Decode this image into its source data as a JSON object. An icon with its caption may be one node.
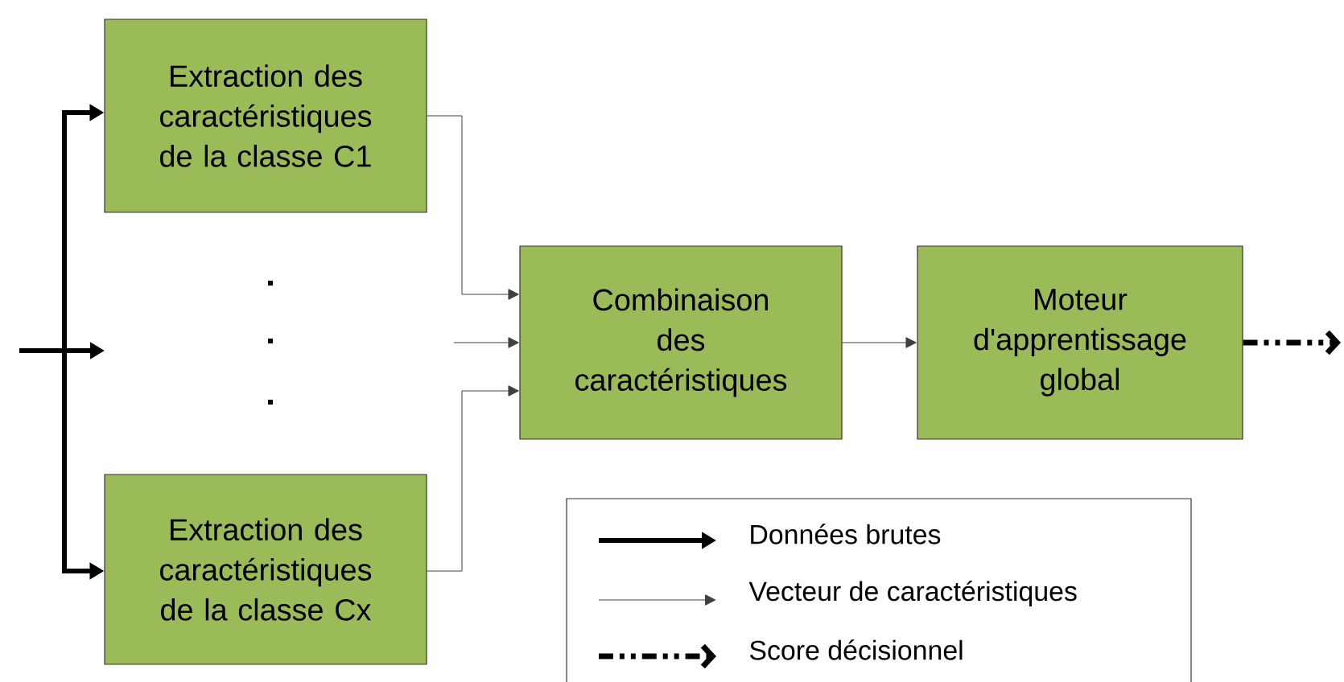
{
  "diagram": {
    "nodes": [
      {
        "text": [
          "Extraction des caractéristiques de la classe C1"
        ]
      },
      {
        "text": [
          "Extraction des caractéristiques de la classe Cx"
        ]
      },
      {
        "text": [
          "Combinaison des caractéristiques"
        ]
      },
      {
        "text": [
          "Moteur d'apprentissage global"
        ]
      }
    ],
    "edges": [
      {
        "from": null,
        "to": 0,
        "arrow": "to",
        "style": "thick"
      },
      {
        "from": null,
        "to": 1,
        "arrow": "to",
        "style": "thick"
      },
      {
        "from": 0,
        "to": 2,
        "arrow": "to"
      },
      {
        "from": 1,
        "to": 2,
        "arrow": "to"
      },
      {
        "from": null,
        "to": 2,
        "arrow": "to"
      },
      {
        "from": 2,
        "to": 3,
        "arrow": "to"
      },
      {
        "from": 3,
        "to": null,
        "arrow": "to",
        "style": "dashed"
      }
    ],
    "legend": [
      {
        "text": "Données brutes"
      },
      {
        "text": "Vecteur de caractéristiques"
      },
      {
        "text": "Score décisionnel"
      }
    ]
  }
}
